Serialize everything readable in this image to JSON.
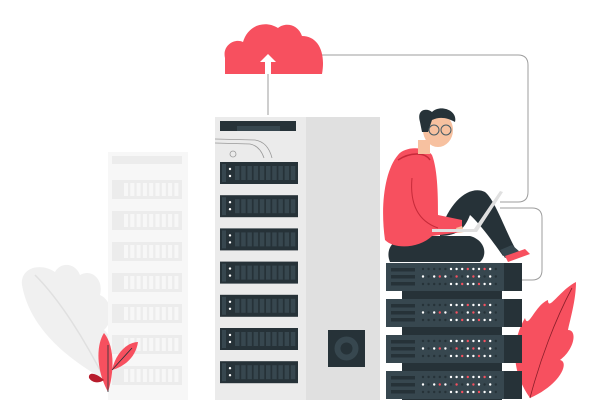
{
  "illustration": {
    "subject": "server-upload-illustration",
    "colors": {
      "accent": "#f7505f",
      "dark": "#263238",
      "slate": "#37474f",
      "panel_light": "#ebebeb",
      "panel_side": "#e0e0e0",
      "ghost": "#f5f5f5",
      "line": "#9e9e9e",
      "skin": "#f7c1a0"
    },
    "server_units_main": 7,
    "server_units_stack": 4
  }
}
